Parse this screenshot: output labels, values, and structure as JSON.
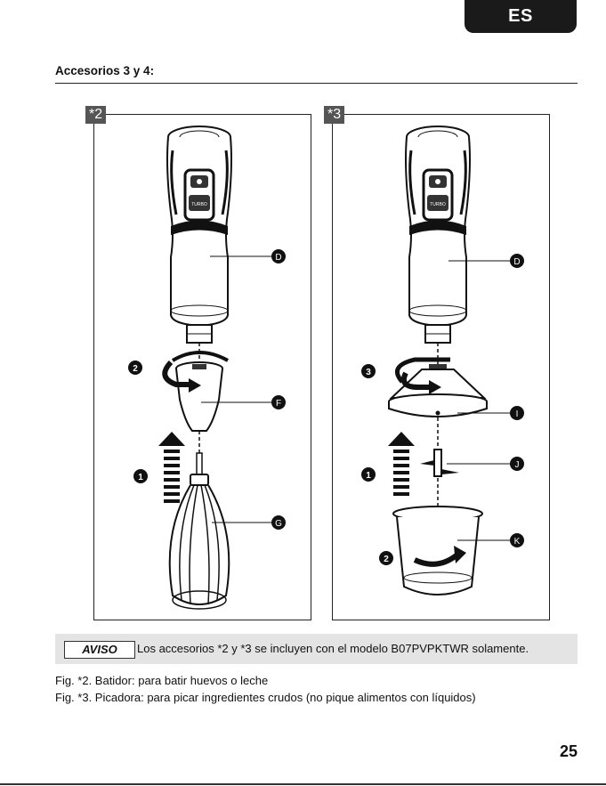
{
  "header": {
    "language_tab": "ES"
  },
  "section": {
    "title": "Accesorios 3 y 4:"
  },
  "figures": [
    {
      "badge": "*2",
      "callouts": {
        "letters": [
          "D",
          "F",
          "G"
        ],
        "numbers": [
          "2",
          "1"
        ]
      }
    },
    {
      "badge": "*3",
      "callouts": {
        "letters": [
          "D",
          "I",
          "J",
          "K"
        ],
        "numbers": [
          "3",
          "1",
          "2"
        ]
      }
    }
  ],
  "product_buttons": {
    "turbo": "TURBO"
  },
  "notice": {
    "label": "AVISO",
    "text": "Los accesorios *2 y *3 se incluyen con el modelo B07PVPKTWR solamente."
  },
  "captions": [
    "Fig. *2. Batidor: para batir huevos o leche",
    "Fig. *3. Picadora: para picar ingredientes crudos (no pique alimentos con líquidos)"
  ],
  "footer": {
    "page_number": "25"
  },
  "colors": {
    "dark": "#1a1a1a",
    "badge": "#555555",
    "notice_bg": "#e4e4e4"
  }
}
